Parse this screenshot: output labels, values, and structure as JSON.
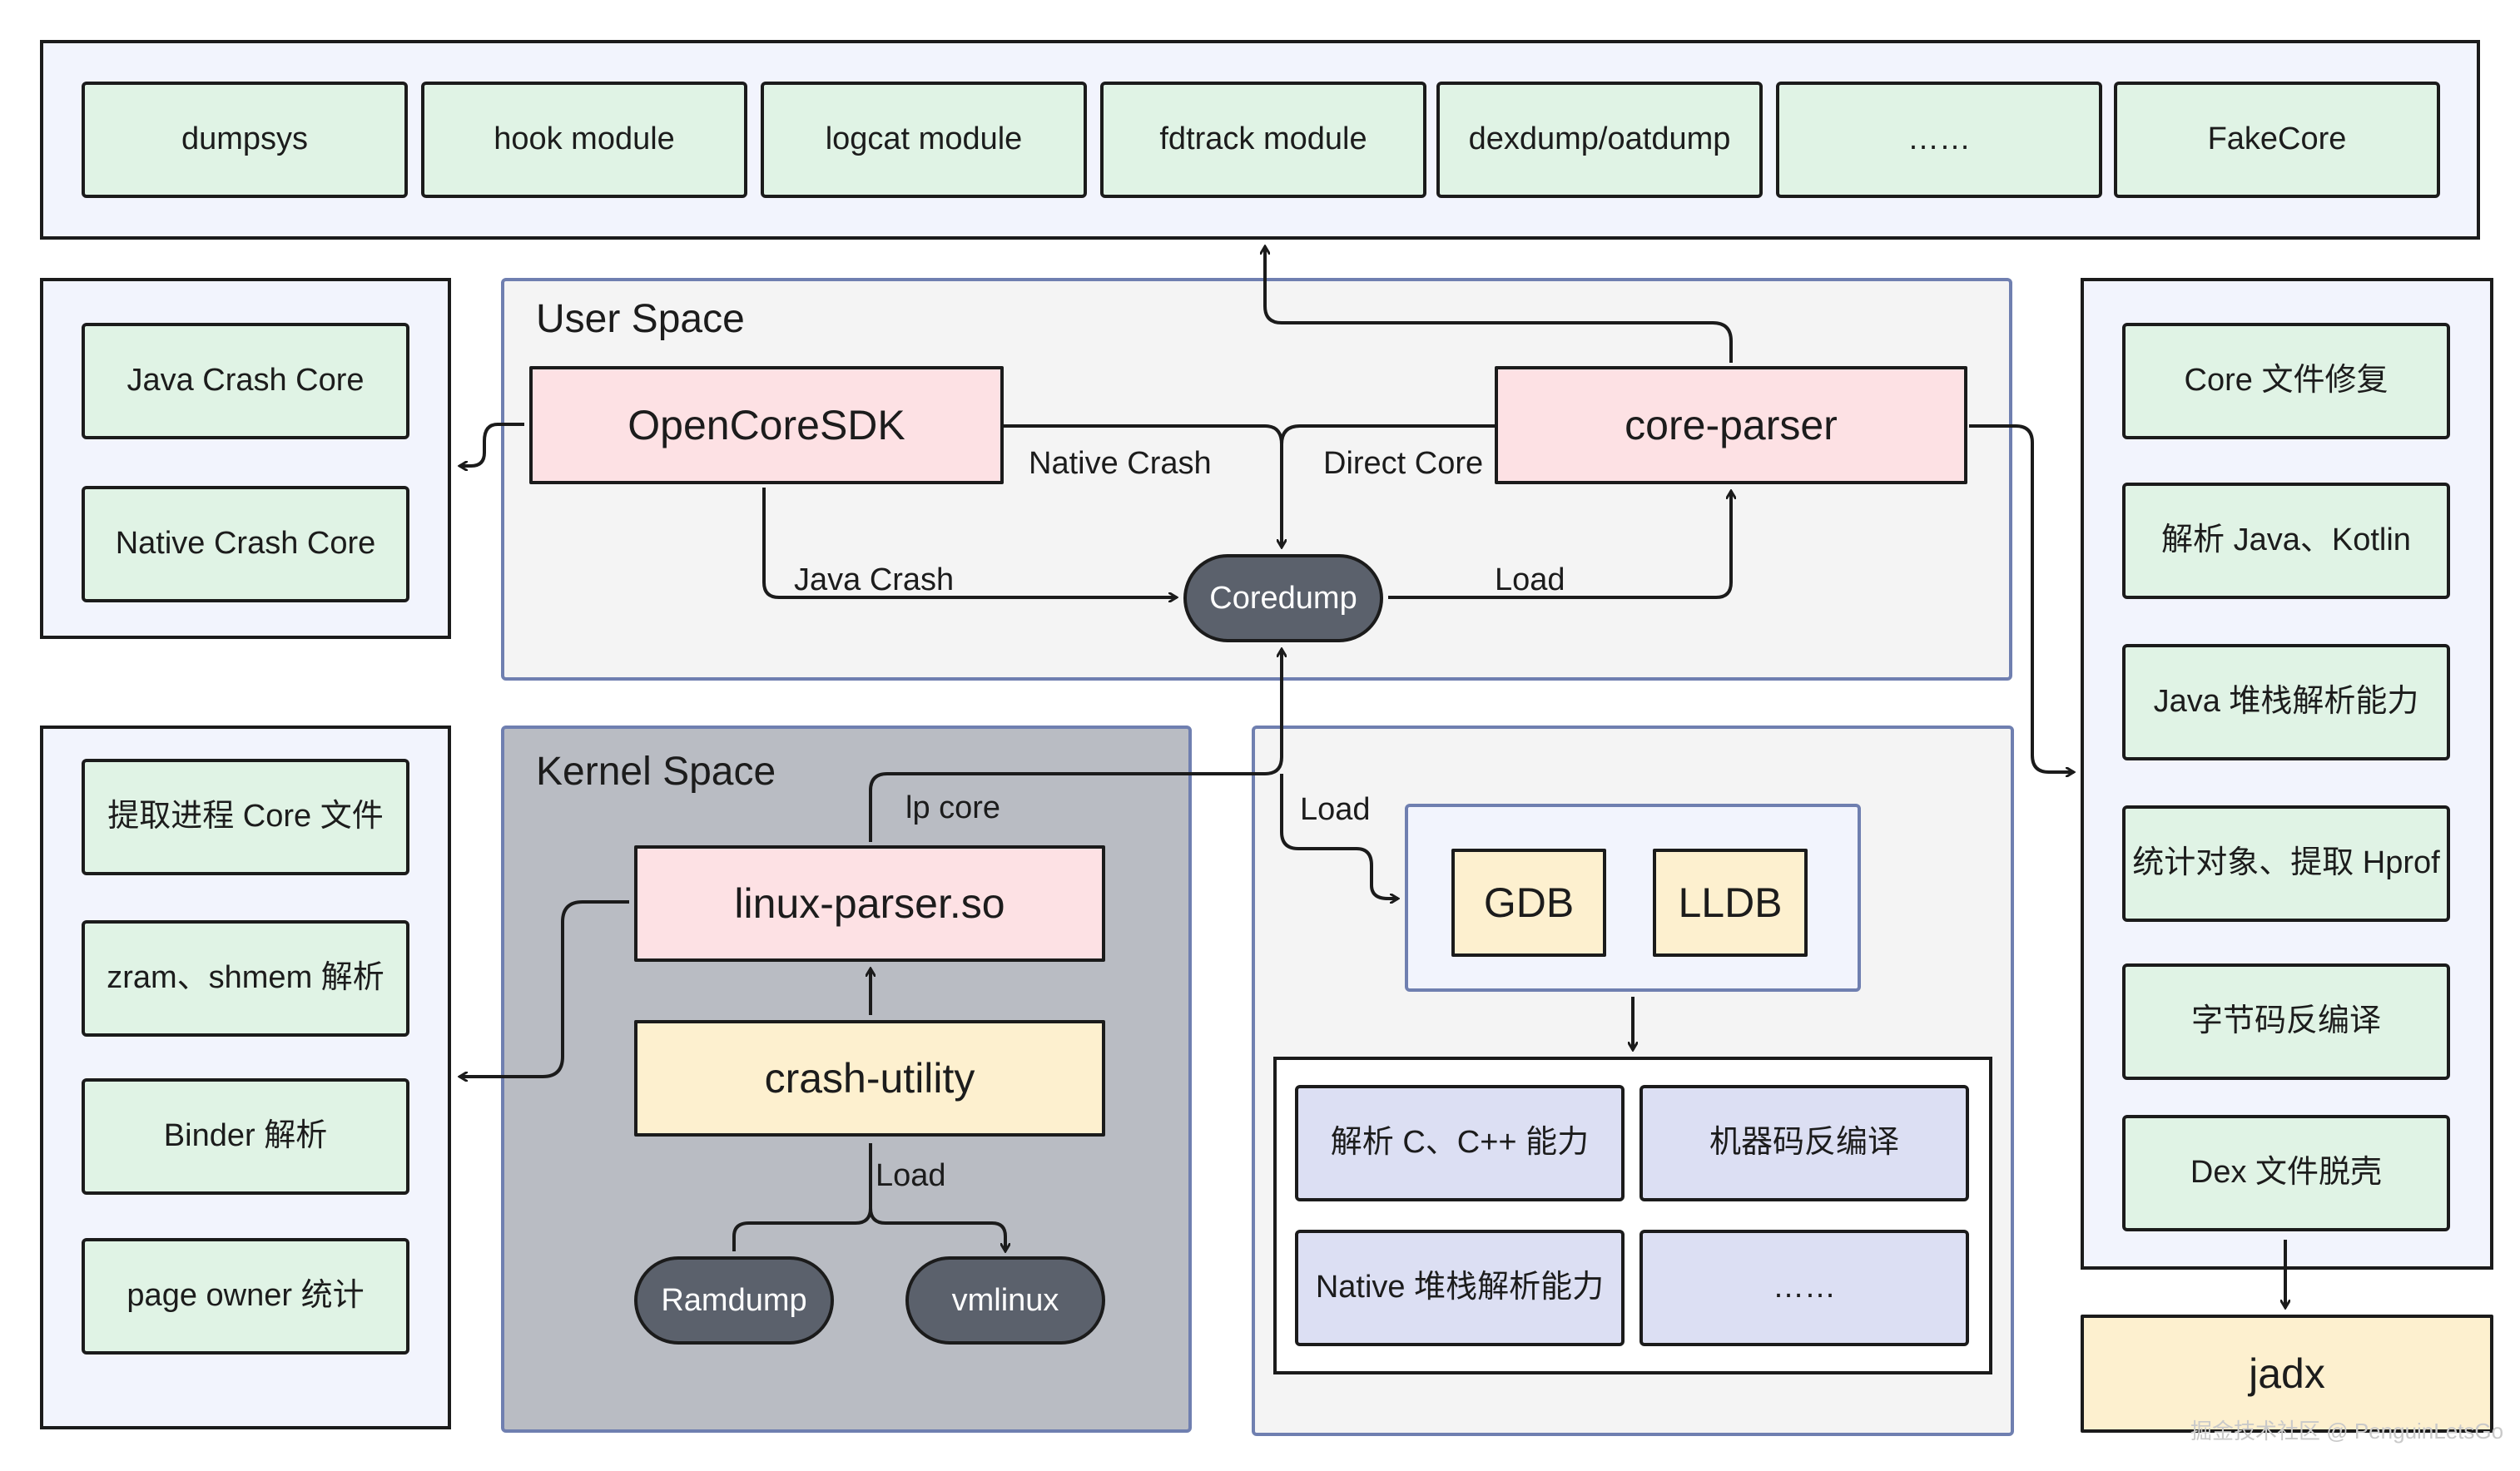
{
  "top_panel": {
    "modules": [
      "dumpsys",
      "hook module",
      "logcat module",
      "fdtrack module",
      "dexdump/oatdump",
      "……",
      "FakeCore"
    ]
  },
  "left_top_panel": {
    "items": [
      "Java Crash Core",
      "Native Crash Core"
    ]
  },
  "left_bottom_panel": {
    "items": [
      "提取进程 Core 文件",
      "zram、shmem 解析",
      "Binder 解析",
      "page owner 统计"
    ]
  },
  "user_space": {
    "title": "User Space",
    "opencoresdk": "OpenCoreSDK",
    "core_parser": "core-parser",
    "coredump": "Coredump",
    "label_native_crash": "Native Crash",
    "label_direct_core": "Direct Core",
    "label_java_crash": "Java Crash",
    "label_load": "Load"
  },
  "kernel_space": {
    "title": "Kernel Space",
    "linux_parser": "linux-parser.so",
    "crash_utility": "crash-utility",
    "ramdump": "Ramdump",
    "vmlinux": "vmlinux",
    "label_lp_core": "lp core",
    "label_load": "Load"
  },
  "debugger_region": {
    "label_load": "Load",
    "gdb": "GDB",
    "lldb": "LLDB",
    "capabilities": [
      "解析 C、C++ 能力",
      "机器码反编译",
      "Native 堆栈解析能力",
      "……"
    ]
  },
  "right_panel": {
    "items": [
      "Core 文件修复",
      "解析 Java、Kotlin",
      "Java 堆栈解析能力",
      "统计对象、提取 Hprof",
      "字节码反编译",
      "Dex 文件脱壳"
    ]
  },
  "jadx": "jadx",
  "watermark": "掘金技术社区 @ PenguinLetsGo",
  "colors": {
    "green_box": "#e0f3e5",
    "pink_box": "#fde1e4",
    "yellow_box": "#fdf0cf",
    "lavender_box": "#dcdff3",
    "pill": "#5b616c",
    "kernel_region": "#b9bcc3",
    "panel_bg": "#f2f4fd",
    "region_border": "#6f7fb0"
  }
}
